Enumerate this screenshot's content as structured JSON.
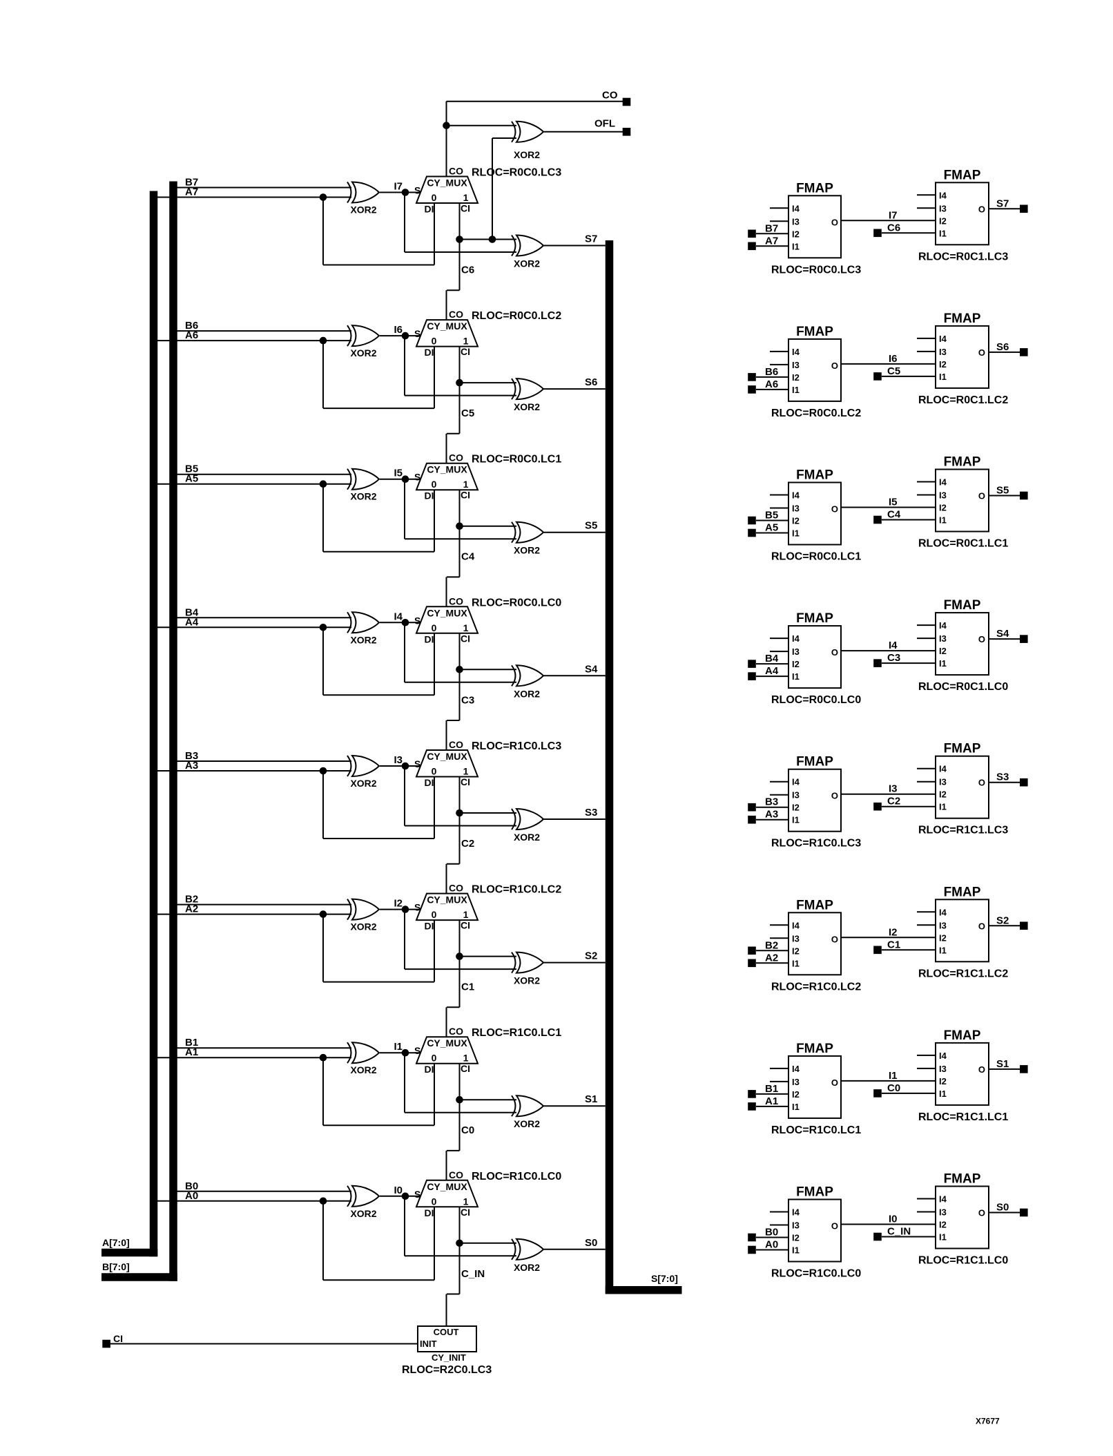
{
  "diagram": {
    "figure_id": "X7677",
    "colors": {
      "ink": "#000000",
      "background": "#ffffff"
    },
    "outputs": {
      "co": "CO",
      "ofl": "OFL"
    },
    "buses": {
      "a": "A[7:0]",
      "b": "B[7:0]",
      "s": "S[7:0]",
      "ci": "CI"
    },
    "gate_labels": {
      "xor": "XOR2",
      "cy_mux": "CY_MUX",
      "mux_zero": "0",
      "mux_one": "1",
      "mux_s": "S",
      "mux_di": "DI",
      "mux_ci": "CI",
      "mux_co": "CO"
    },
    "cy_init": {
      "cout": "COUT",
      "init": "INIT",
      "name": "CY_INIT",
      "rloc": "RLOC=R2C0.LC3"
    },
    "stages": [
      {
        "b": "B7",
        "a": "A7",
        "i": "I7",
        "s": "S7",
        "carry": "C6",
        "rloc": "RLOC=R0C0.LC3"
      },
      {
        "b": "B6",
        "a": "A6",
        "i": "I6",
        "s": "S6",
        "carry": "C5",
        "rloc": "RLOC=R0C0.LC2"
      },
      {
        "b": "B5",
        "a": "A5",
        "i": "I5",
        "s": "S5",
        "carry": "C4",
        "rloc": "RLOC=R0C0.LC1"
      },
      {
        "b": "B4",
        "a": "A4",
        "i": "I4",
        "s": "S4",
        "carry": "C3",
        "rloc": "RLOC=R0C0.LC0"
      },
      {
        "b": "B3",
        "a": "A3",
        "i": "I3",
        "s": "S3",
        "carry": "C2",
        "rloc": "RLOC=R1C0.LC3"
      },
      {
        "b": "B2",
        "a": "A2",
        "i": "I2",
        "s": "S2",
        "carry": "C1",
        "rloc": "RLOC=R1C0.LC2"
      },
      {
        "b": "B1",
        "a": "A1",
        "i": "I1",
        "s": "S1",
        "carry": "C0",
        "rloc": "RLOC=R1C0.LC1"
      },
      {
        "b": "B0",
        "a": "A0",
        "i": "I0",
        "s": "S0",
        "carry": "C_IN",
        "rloc": "RLOC=R1C0.LC0"
      }
    ],
    "fmap": {
      "title": "FMAP",
      "pins": [
        "I4",
        "I3",
        "I2",
        "I1"
      ],
      "out": "O",
      "pairs": [
        {
          "b": "B7",
          "a": "A7",
          "i": "I7",
          "c": "C6",
          "s": "S7",
          "rloc_left": "RLOC=R0C0.LC3",
          "rloc_right": "RLOC=R0C1.LC3"
        },
        {
          "b": "B6",
          "a": "A6",
          "i": "I6",
          "c": "C5",
          "s": "S6",
          "rloc_left": "RLOC=R0C0.LC2",
          "rloc_right": "RLOC=R0C1.LC2"
        },
        {
          "b": "B5",
          "a": "A5",
          "i": "I5",
          "c": "C4",
          "s": "S5",
          "rloc_left": "RLOC=R0C0.LC1",
          "rloc_right": "RLOC=R0C1.LC1"
        },
        {
          "b": "B4",
          "a": "A4",
          "i": "I4",
          "c": "C3",
          "s": "S4",
          "rloc_left": "RLOC=R0C0.LC0",
          "rloc_right": "RLOC=R0C1.LC0"
        },
        {
          "b": "B3",
          "a": "A3",
          "i": "I3",
          "c": "C2",
          "s": "S3",
          "rloc_left": "RLOC=R1C0.LC3",
          "rloc_right": "RLOC=R1C1.LC3"
        },
        {
          "b": "B2",
          "a": "A2",
          "i": "I2",
          "c": "C1",
          "s": "S2",
          "rloc_left": "RLOC=R1C0.LC2",
          "rloc_right": "RLOC=R1C1.LC2"
        },
        {
          "b": "B1",
          "a": "A1",
          "i": "I1",
          "c": "C0",
          "s": "S1",
          "rloc_left": "RLOC=R1C0.LC1",
          "rloc_right": "RLOC=R1C1.LC1"
        },
        {
          "b": "B0",
          "a": "A0",
          "i": "I0",
          "c": "C_IN",
          "s": "S0",
          "rloc_left": "RLOC=R1C0.LC0",
          "rloc_right": "RLOC=R1C1.LC0"
        }
      ]
    }
  }
}
